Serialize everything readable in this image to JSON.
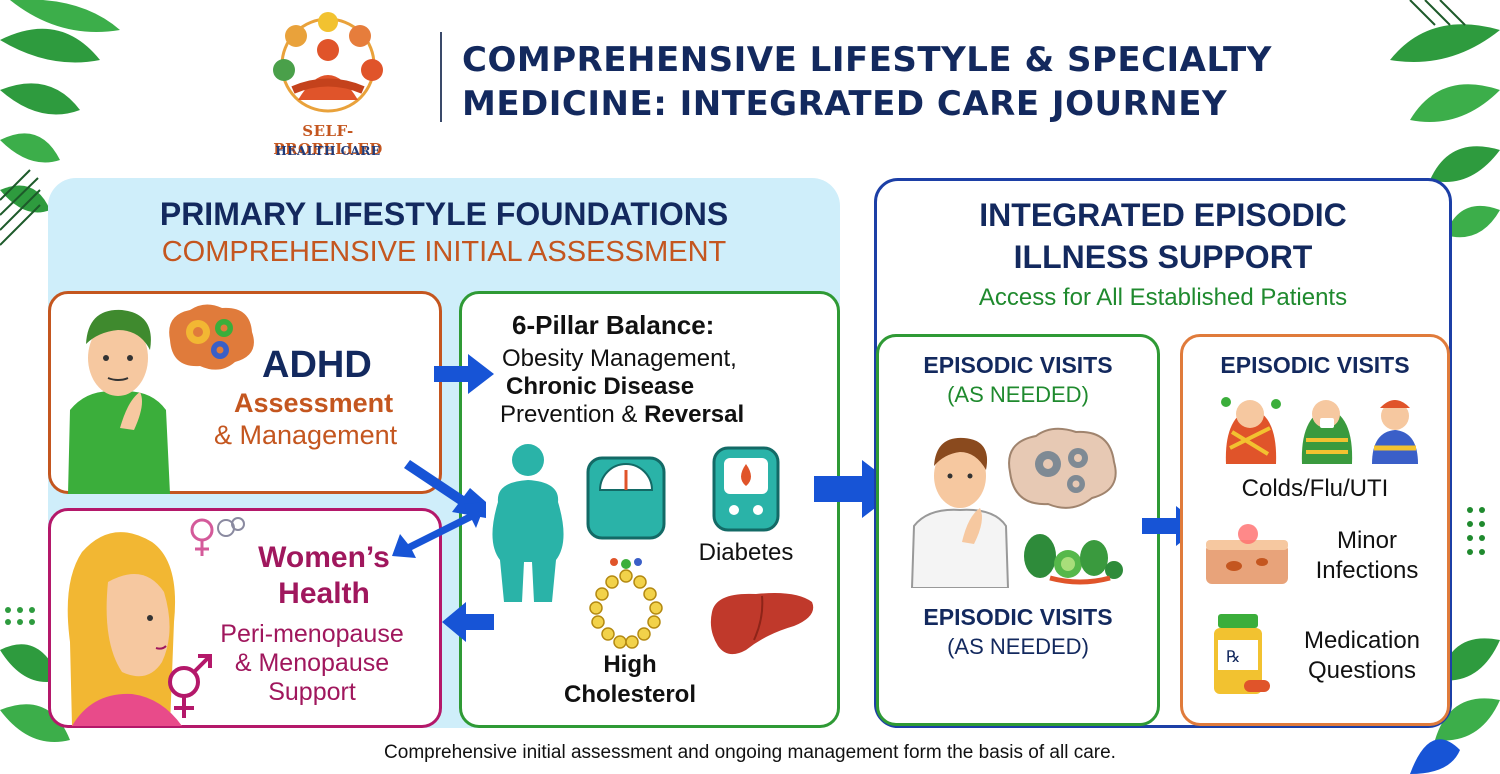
{
  "logo": {
    "line1": "SELF-PROPELLED",
    "line2": "HEALTH CARE"
  },
  "title": {
    "line1": "COMPREHENSIVE LIFESTYLE & SPECIALTY",
    "line2": "MEDICINE: INTEGRATED CARE JOURNEY"
  },
  "left": {
    "heading": "PRIMARY LIFESTYLE FOUNDATIONS",
    "subheading": "COMPREHENSIVE INITIAL ASSESSMENT",
    "adhd": {
      "title": "ADHD",
      "line1": "Assessment",
      "line2": "& Management"
    },
    "womens": {
      "title1": "Women’s",
      "title2": "Health",
      "line1": "Peri-menopause",
      "line2": "& Menopause",
      "line3": "Support"
    },
    "pillars": {
      "title": "6-Pillar Balance:",
      "line1": "Obesity Management,",
      "line2": "Chronic Disease",
      "line3a": "Prevention & ",
      "line3b": "Reversal",
      "diabetes": "Diabetes",
      "chol1": "High",
      "chol2": "Cholesterol"
    }
  },
  "right": {
    "heading1": "INTEGRATED EPISODIC",
    "heading2": "ILLNESS SUPPORT",
    "subheading": "Access for All Established Patients",
    "green_box": {
      "title": "EPISODIC VISITS",
      "sub": "(AS NEEDED)",
      "title2": "EPISODIC VISITS",
      "sub2": "(AS NEEDED)"
    },
    "orange_box": {
      "title": "EPISODIC VISITS",
      "item1": "Colds/Flu/UTI",
      "item2a": "Minor",
      "item2b": "Infections",
      "item3a": "Medication",
      "item3b": "Questions"
    }
  },
  "caption": "Comprehensive initial assessment and ongoing management form the basis of all care.",
  "colors": {
    "navy": "#13295e",
    "orange": "#c4561f",
    "magenta": "#a0175d",
    "green": "#1f8a2e",
    "blue_border": "#1c3fa6",
    "arrow": "#1754d6",
    "light_blue": "#cfeefa"
  },
  "icons": [
    "logo-icon",
    "thinking-man-icon",
    "brain-gears-icon",
    "woman-profile-icon",
    "female-symbol-icon",
    "male-female-symbol-icon",
    "body-silhouette-icon",
    "scale-icon",
    "glucometer-icon",
    "bead-chain-icon",
    "liver-icon",
    "man-thinking-icon",
    "brain-icon",
    "vegetables-icon",
    "sick-person-icon",
    "sneezing-person-icon",
    "child-icon",
    "skin-infection-icon",
    "pill-bottle-icon",
    "arrow-icon"
  ]
}
